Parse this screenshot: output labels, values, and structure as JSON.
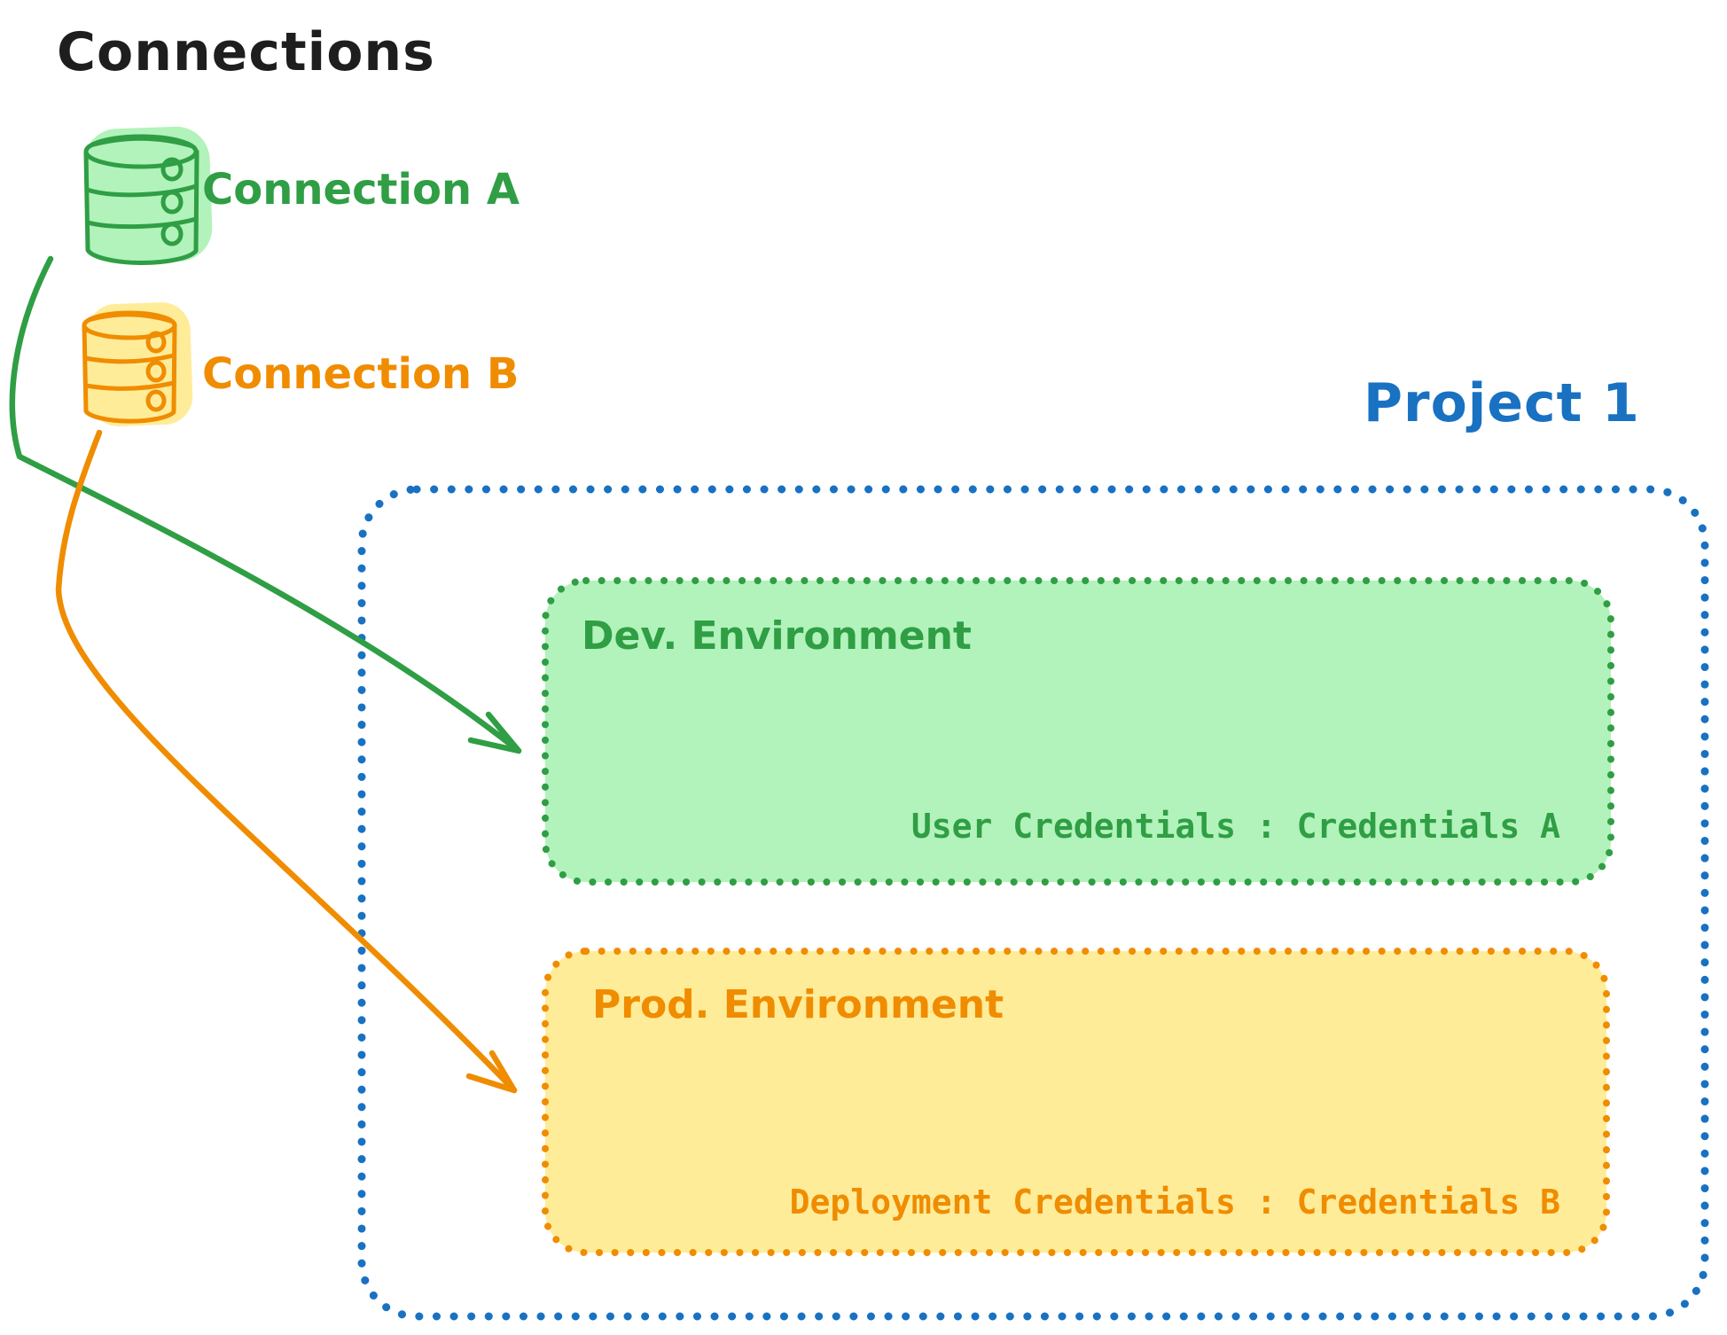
{
  "title": "Connections",
  "connections": [
    {
      "label": "Connection A",
      "color": "#2f9e44",
      "fill": "#b2f2bb",
      "icon": "database-icon"
    },
    {
      "label": "Connection B",
      "color": "#f08c00",
      "fill": "#ffec99",
      "icon": "database-icon"
    }
  ],
  "project": {
    "label": "Project 1",
    "color": "#1971c2",
    "border_style": "dotted",
    "environments": [
      {
        "name": "Dev. Environment",
        "credential_assignment": "User Credentials : Credentials A",
        "color": "#2f9e44",
        "fill": "#b2f2bb"
      },
      {
        "name": "Prod. Environment",
        "credential_assignment": "Deployment Credentials : Credentials B",
        "color": "#f08c00",
        "fill": "#ffec99"
      }
    ]
  },
  "arrows": [
    {
      "from": "Connection A",
      "to": "Dev. Environment",
      "color": "#2f9e44"
    },
    {
      "from": "Connection B",
      "to": "Prod. Environment",
      "color": "#f08c00"
    }
  ]
}
